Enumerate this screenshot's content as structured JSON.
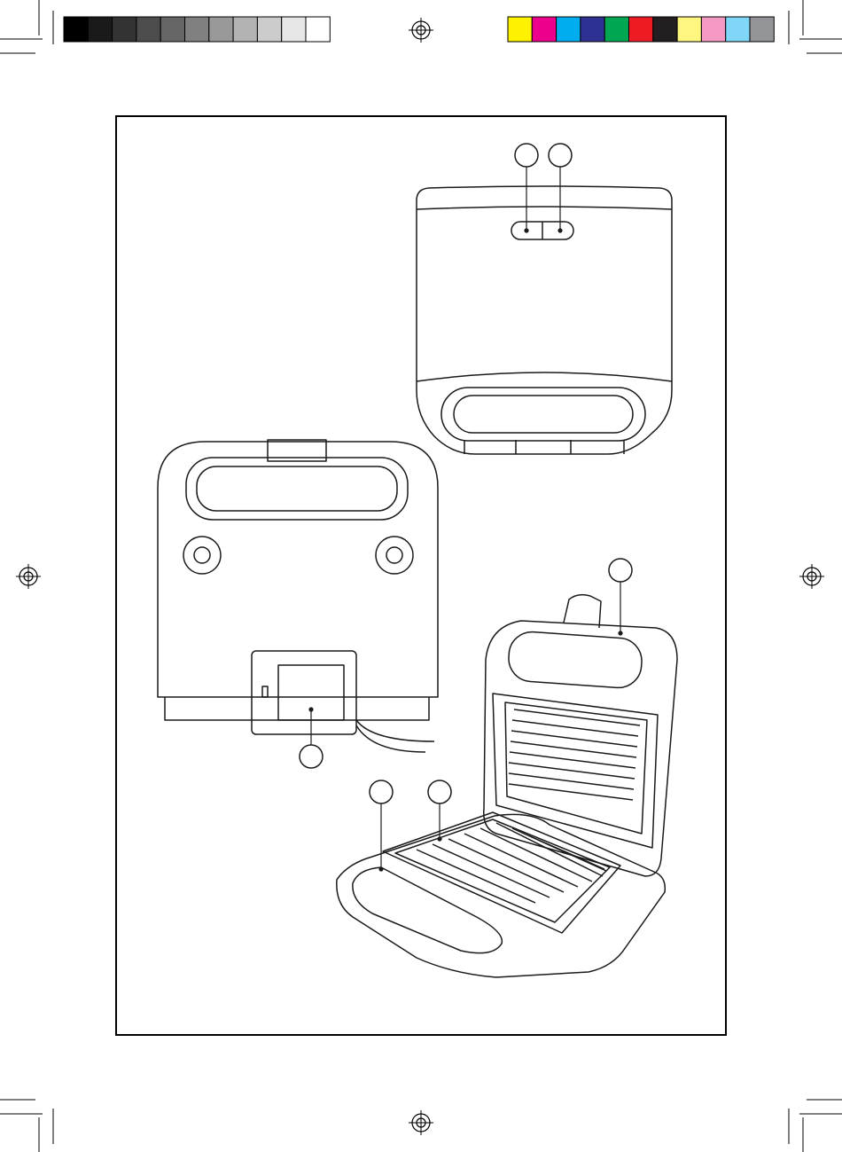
{
  "print_marks": {
    "gray_swatches": [
      "#000000",
      "#1a1a1a",
      "#333333",
      "#4d4d4d",
      "#666666",
      "#808080",
      "#999999",
      "#b3b3b3",
      "#cccccc",
      "#e6e6e6",
      "#ffffff"
    ],
    "color_swatches": [
      "#fff200",
      "#ec008c",
      "#00aeef",
      "#2e3192",
      "#00a651",
      "#ed1c24",
      "#231f20",
      "#fff67f",
      "#f49ac2",
      "#7fd6f7",
      "#939598"
    ]
  },
  "colors": {
    "line": "#1a1a1a",
    "frame": "#000000"
  },
  "callouts": [
    {
      "id": "top-left",
      "label": ""
    },
    {
      "id": "top-right",
      "label": ""
    },
    {
      "id": "open-lid-handle",
      "label": ""
    },
    {
      "id": "rating-plate",
      "label": ""
    },
    {
      "id": "base-housing",
      "label": ""
    },
    {
      "id": "grill-plate",
      "label": ""
    }
  ]
}
